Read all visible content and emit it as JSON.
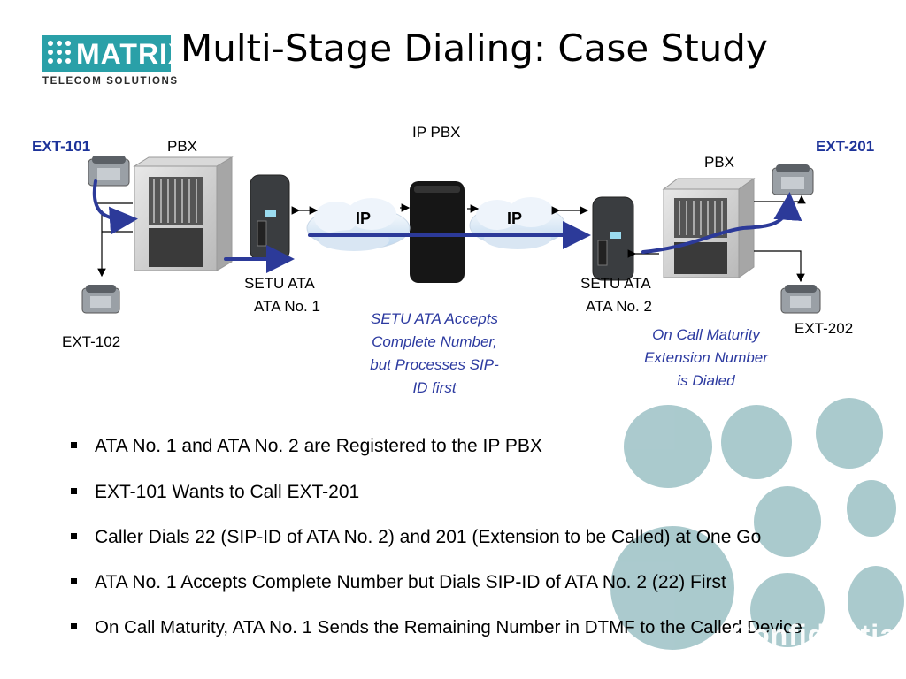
{
  "slide": {
    "title": "Multi-Stage Dialing: Case Study",
    "logo_text": "MATRIX",
    "logo_subtext": "TELECOM SOLUTIONS",
    "watermark": "Confidential"
  },
  "diagram": {
    "ext101": "EXT-101",
    "ext102": "EXT-102",
    "ext201": "EXT-201",
    "ext202": "EXT-202",
    "pbx_left": "PBX",
    "pbx_right": "PBX",
    "ip_pbx": "IP PBX",
    "ip_left": "IP",
    "ip_right": "IP",
    "ata1_line1": "SETU ATA",
    "ata1_line2": "ATA No. 1",
    "ata2_line1": "SETU ATA",
    "ata2_line2": "ATA No. 2",
    "note_center": [
      "SETU ATA Accepts",
      "Complete Number,",
      "but Processes SIP-",
      "ID first"
    ],
    "note_right": [
      "On Call Maturity",
      "Extension Number",
      "is Dialed"
    ]
  },
  "bullets": [
    "ATA No. 1 and ATA No. 2 are Registered to the IP PBX",
    "EXT-101 Wants to Call EXT-201",
    "Caller Dials 22 (SIP-ID of ATA No. 2) and 201 (Extension to be Called) at One Go",
    "ATA No. 1 Accepts Complete Number but Dials SIP-ID of ATA No. 2 (22) First",
    "On Call Maturity, ATA No. 1 Sends the Remaining Number in DTMF to the Called Device"
  ],
  "colors": {
    "brand": "#2aa0a8",
    "flow_line": "#2c3a99",
    "decor_circle": "#8fb9be"
  }
}
